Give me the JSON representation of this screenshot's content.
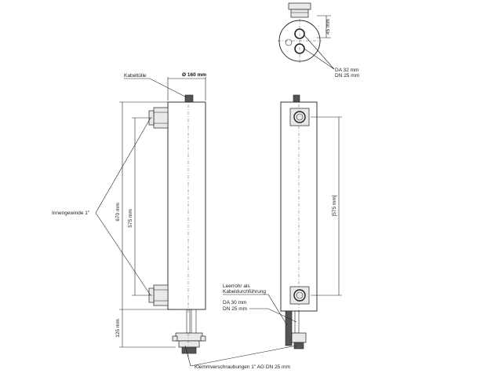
{
  "labels": {
    "kabeltuelle": "Kabeltülle",
    "diameter": "Ø 160 mm",
    "innengewinde": "Innengewinde 1\"",
    "dim_670": "670 mm",
    "dim_575_left": "575 mm",
    "dim_125": "125 mm",
    "dim_575_right": "[575 mm]",
    "dim_45": "45 mm",
    "da32": "DA 32 mm",
    "dn25_top": "DN 25 mm",
    "leerrohr_1": "Leerrohr als",
    "leerrohr_2": "Kabeldurchführung",
    "da30": "DA 30 mm",
    "dn25_mid": "DN 25 mm",
    "klemm": "Klemmverschraubungen 1\" AG DN 25 mm"
  }
}
